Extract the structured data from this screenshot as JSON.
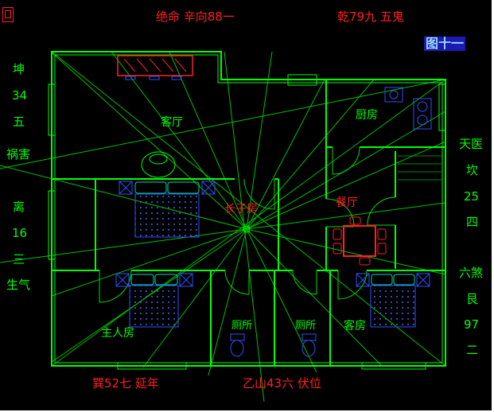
{
  "header": {
    "left_label": "绝命 辛向88一",
    "right_label": "乾79九 五鬼",
    "figure_tag": "图十一"
  },
  "footer": {
    "left_label": "巽52七 延年",
    "right_label": "乙山43六 伏位"
  },
  "left_panel": {
    "upper": [
      "坤",
      "34",
      "五",
      "祸害"
    ],
    "lower": [
      "离",
      "16",
      "三",
      "生气"
    ]
  },
  "right_panel": {
    "upper": [
      "天医",
      "坎",
      "25",
      "四"
    ],
    "lower": [
      "六煞",
      "艮",
      "97",
      "二"
    ]
  },
  "rooms": {
    "living": "客厅",
    "kitchen": "厨房",
    "eldest_son": "长子房",
    "dining": "餐厅",
    "master": "主人房",
    "toilet_a": "厕所",
    "toilet_b": "厕所",
    "guest": "客房"
  },
  "colors": {
    "background": "#000000",
    "wall_green": "#00ff00",
    "ray_green": "#00c000",
    "annotation_red": "#ff2020",
    "furniture_blue": "#3050ff",
    "figure_tag_blue": "#1b1bb4"
  }
}
